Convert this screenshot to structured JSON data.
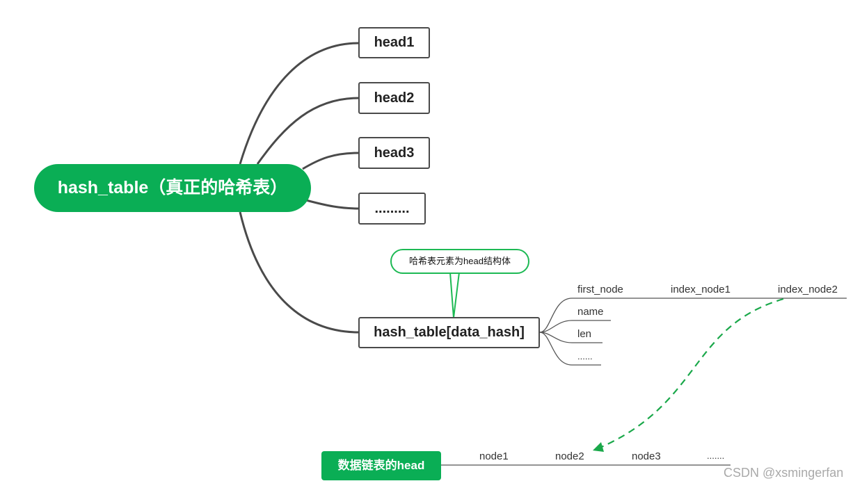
{
  "root": {
    "label": "hash_table（真正的哈希表）"
  },
  "heads": [
    "head1",
    "head2",
    "head3",
    "........."
  ],
  "hash_element": {
    "label": "hash_table[data_hash]"
  },
  "callout": {
    "text": "哈希表元素为head结构体"
  },
  "fields": [
    "name",
    "len",
    "......"
  ],
  "index_chain": [
    "first_node",
    "index_node1",
    "index_node2"
  ],
  "data_list": {
    "head_label": "数据链表的head",
    "nodes": [
      "node1",
      "node2",
      "node3",
      "......."
    ]
  },
  "watermark": "CSDN @xsmingerfan",
  "colors": {
    "green": "#0aae55",
    "callout_border": "#1db954",
    "connector": "#4a4a4a",
    "dashed_arrow": "#1aa84a",
    "thin_line": "#555555"
  }
}
